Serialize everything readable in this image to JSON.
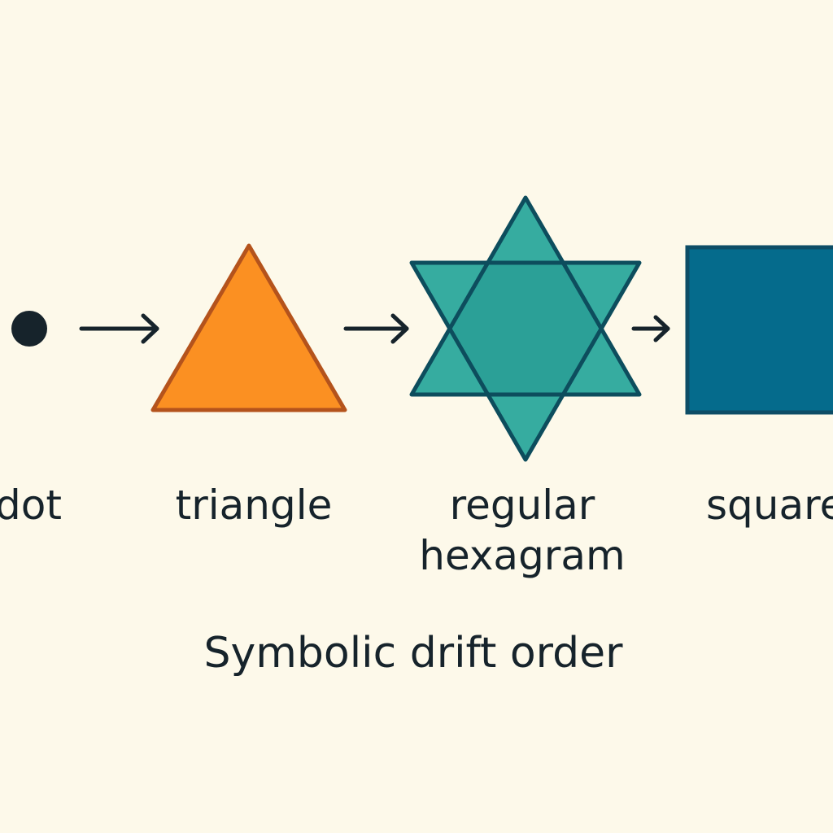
{
  "diagram": {
    "caption": "Symbolic drift order",
    "colors": {
      "background": "#fdf9ea",
      "ink": "#16232b",
      "triangle_fill": "#fb9022",
      "triangle_stroke": "#b4531c",
      "hexagram_fill": "#36aca0",
      "hexagram_stroke": "#0d4d5d",
      "square_fill": "#056b8c",
      "square_stroke": "#0d4d66"
    },
    "nodes": [
      {
        "id": "dot",
        "label": "dot",
        "shape": "dot-icon"
      },
      {
        "id": "triangle",
        "label": "triangle",
        "shape": "triangle-icon"
      },
      {
        "id": "hexagram",
        "label_lines": [
          "regular",
          "hexagram"
        ],
        "shape": "hexagram-icon"
      },
      {
        "id": "square",
        "label": "square",
        "shape": "square-icon"
      }
    ],
    "edges": [
      {
        "from": "dot",
        "to": "triangle"
      },
      {
        "from": "triangle",
        "to": "hexagram"
      },
      {
        "from": "hexagram",
        "to": "square"
      }
    ]
  }
}
